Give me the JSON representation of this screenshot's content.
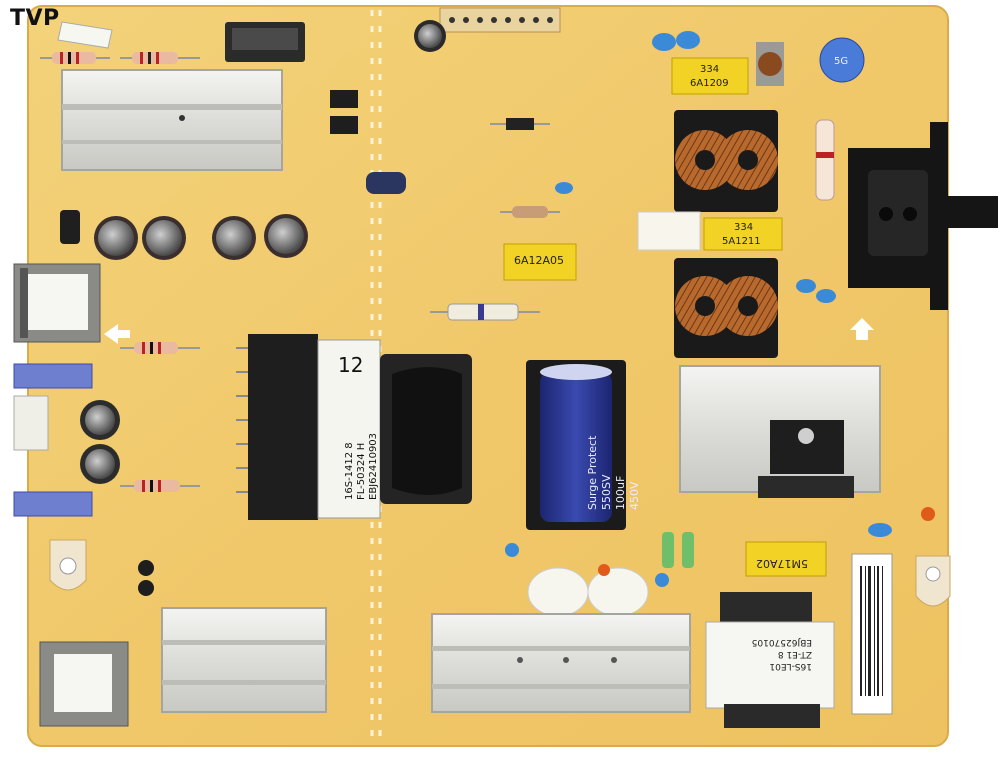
{
  "watermark": "TVP",
  "components": {
    "cap_334_a": {
      "line1": "334",
      "line2": "6A1209"
    },
    "cap_334_b": {
      "line1": "334",
      "line2": "5A1211"
    },
    "cap_6a12a05": {
      "line1": "6A12A05"
    },
    "cap_5m17a02": {
      "line1": "5M17A02"
    },
    "blue_cap": {
      "line1": "5G"
    },
    "transformer_label": {
      "number": "12",
      "line1": "16S-1412 8",
      "line2": "FL-50324 H",
      "line3": "EBJ62410903"
    },
    "electrolytic": {
      "brand": "Surge Protect",
      "rating1": "550SV",
      "rating2": "100uF",
      "rating3": "450V"
    },
    "small_transformer": {
      "line1": "16S-LE01",
      "line2": "ZT-E1 8",
      "line3": "EBJ62570105"
    }
  }
}
